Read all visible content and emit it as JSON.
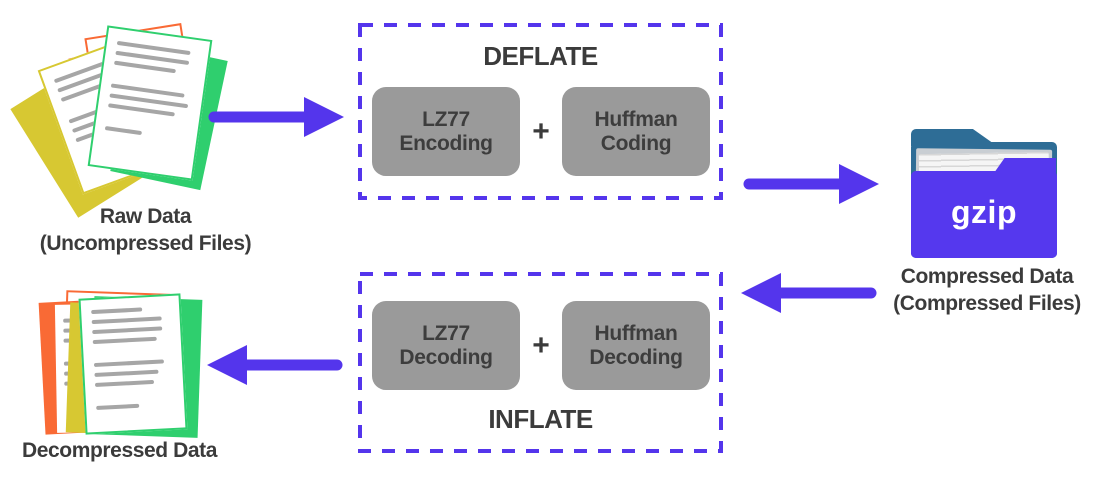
{
  "diagram": {
    "raw": {
      "caption1": "Raw Data",
      "caption2": "(Uncompressed Files)"
    },
    "deflate": {
      "title": "DEFLATE",
      "plus": "+",
      "lz": {
        "line1": "LZ77",
        "line2": "Encoding"
      },
      "huffman": {
        "line1": "Huffman",
        "line2": "Coding"
      }
    },
    "compressed": {
      "folder_text": "gzip",
      "caption1": "Compressed Data",
      "caption2": "(Compressed Files)"
    },
    "inflate": {
      "title": "INFLATE",
      "plus": "+",
      "lz": {
        "line1": "LZ77",
        "line2": "Decoding"
      },
      "huffman": {
        "line1": "Huffman",
        "line2": "Decoding"
      }
    },
    "decompressed": {
      "caption": "Decompressed Data"
    }
  },
  "colors": {
    "accent_purple": "#5435ec",
    "folder_front_purple": "#5538ee",
    "folder_back_blue": "#2e6d96",
    "step_box_gray": "#9a9a9a",
    "text_dark": "#3b3b3b",
    "paper_orange": "#f96a35",
    "paper_yellow": "#d7c832",
    "paper_green": "#2fcf6e",
    "paper_line_gray": "#a6a6a6"
  },
  "icons": {
    "raw_files": "stacked-papers",
    "decompressed_files": "stacked-papers",
    "gzip_folder": "open-folder-with-documents",
    "flow_arrows": "thick-solid-arrow"
  }
}
